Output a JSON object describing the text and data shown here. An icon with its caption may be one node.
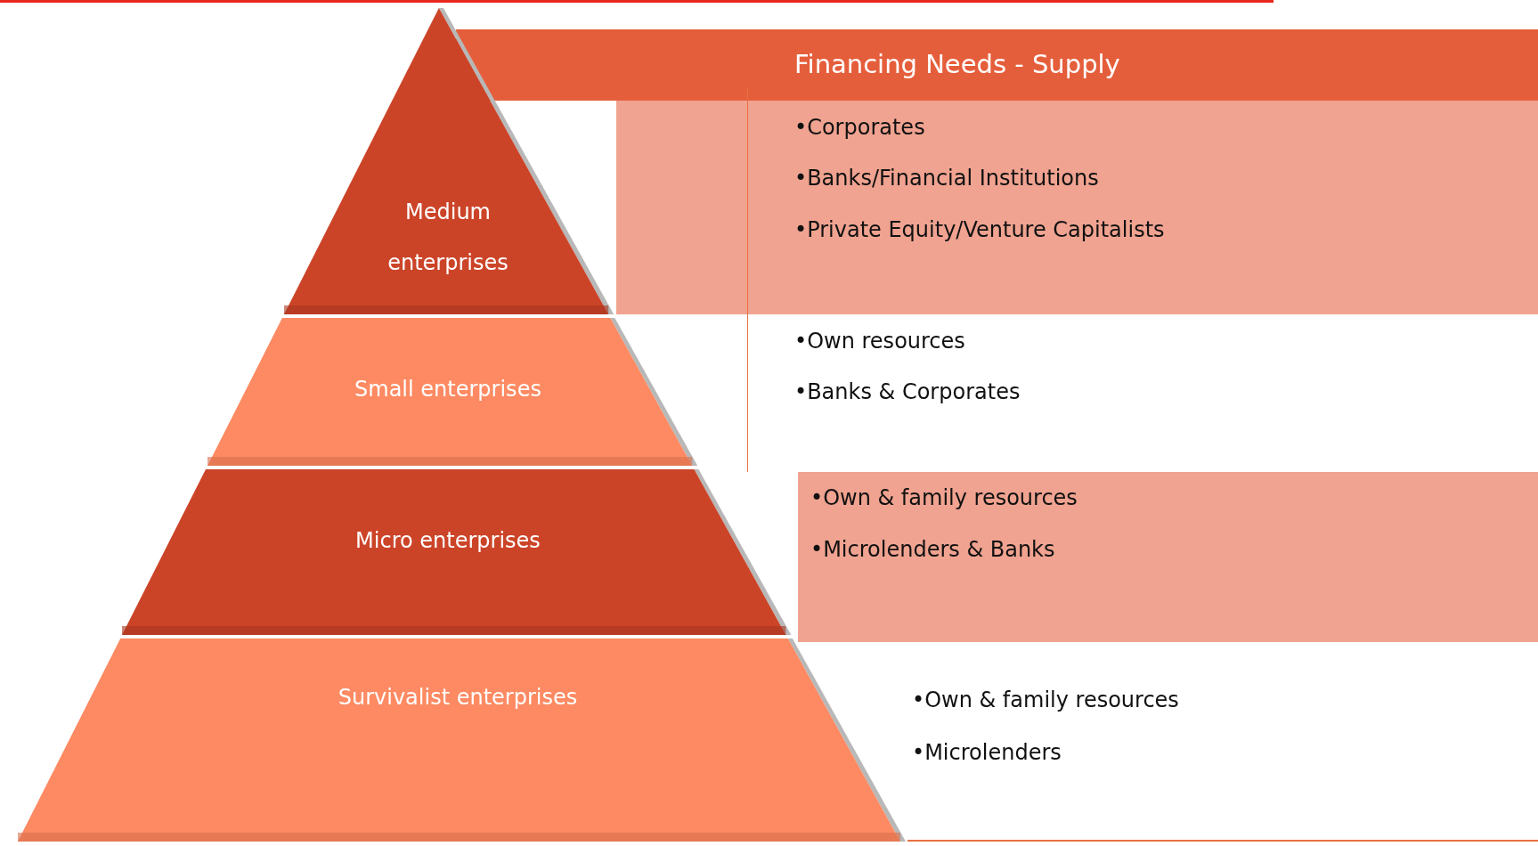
{
  "diagram": {
    "title": "Financing Needs - Supply",
    "nodes": [
      {
        "text": [
          "Medium enterprises"
        ]
      },
      {
        "text": [
          "Small enterprises"
        ]
      },
      {
        "text": [
          "Micro enterprises"
        ]
      },
      {
        "text": [
          "Survivalist enterprises"
        ]
      },
      {
        "text": [
          "•Corporates",
          "•Banks/Financial Institutions",
          "•Private Equity/Venture Capitalists"
        ]
      },
      {
        "text": [
          "•Own resources",
          "•Banks & Corporates"
        ]
      },
      {
        "text": [
          "•Own & family resources",
          "•Microlenders & Banks"
        ]
      },
      {
        "text": [
          "•Own & family resources",
          "•Microlenders"
        ]
      }
    ],
    "edges": []
  }
}
